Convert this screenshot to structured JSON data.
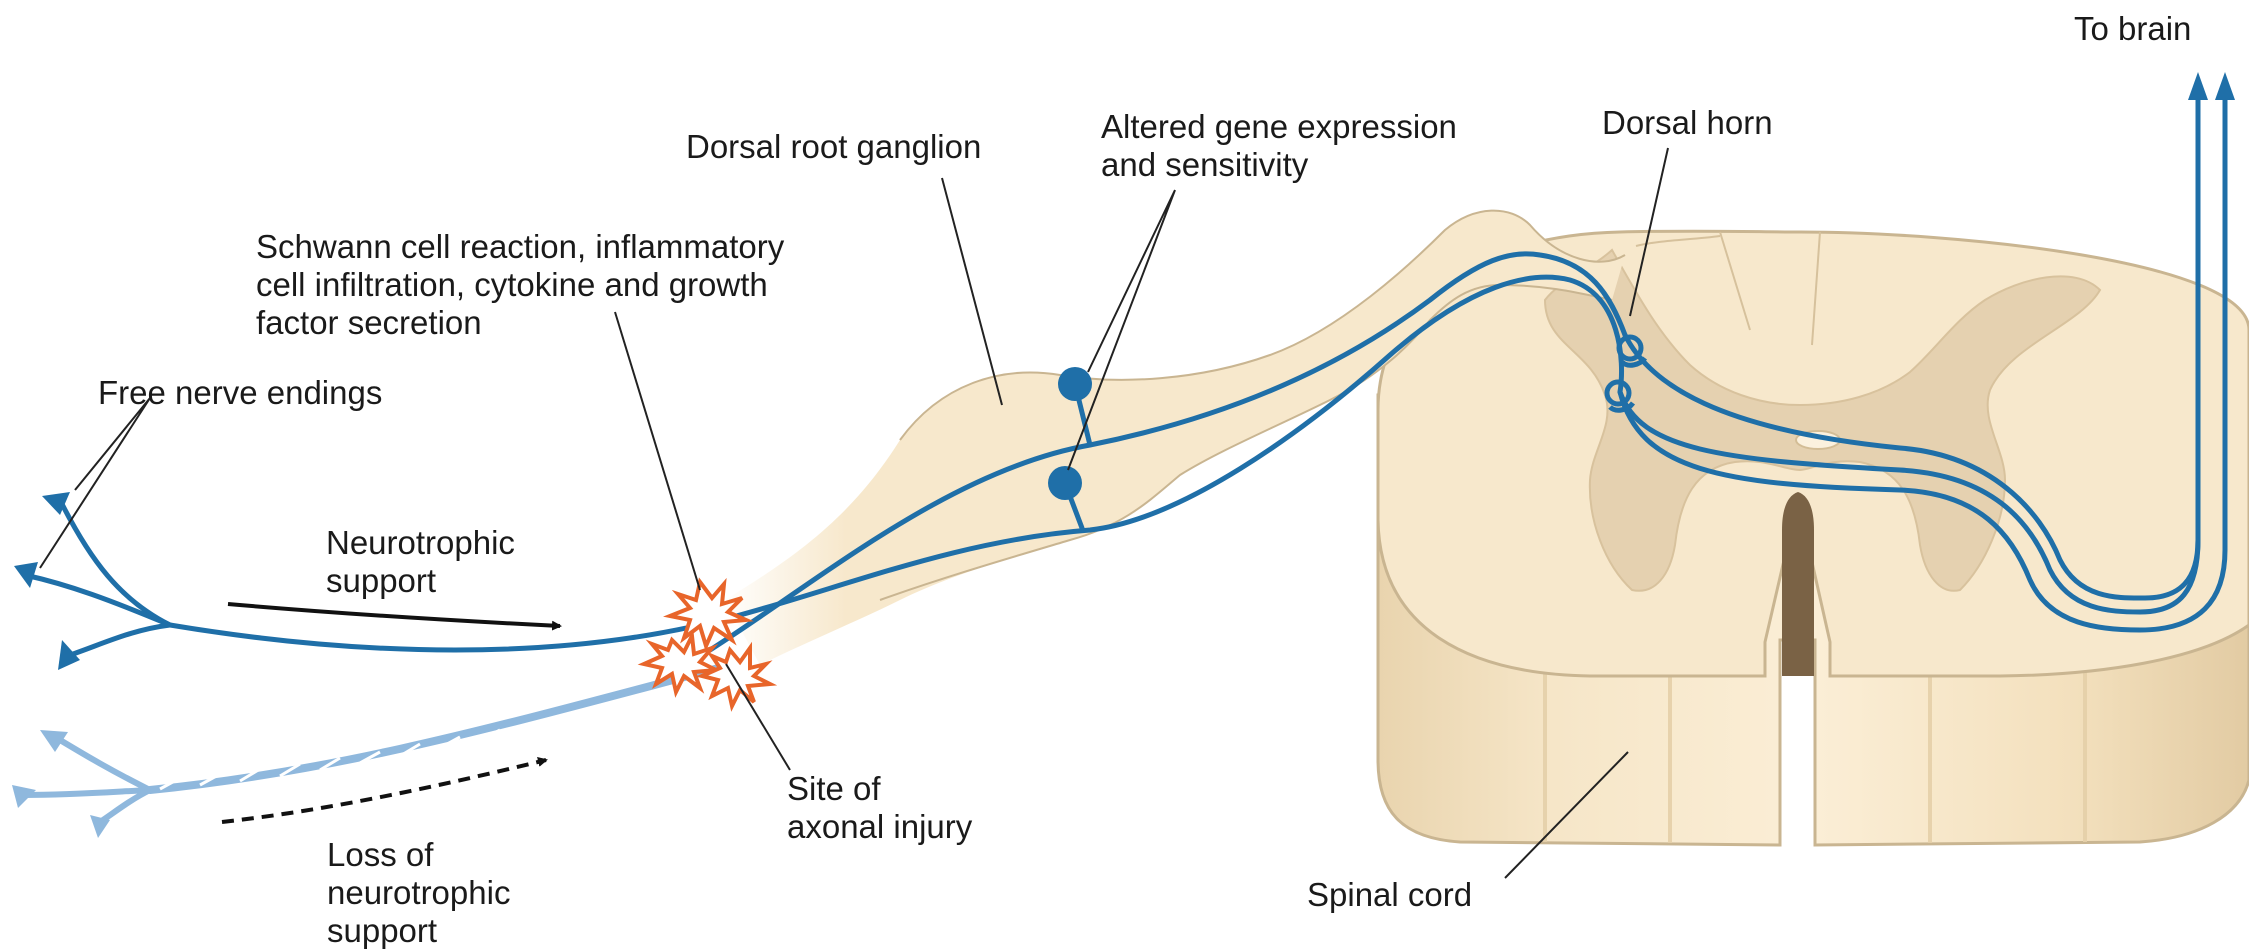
{
  "labels": {
    "to_brain": "To brain",
    "dorsal_root_ganglion": "Dorsal root ganglion",
    "altered_gene": [
      "Altered gene expression",
      "and sensitivity"
    ],
    "dorsal_horn": "Dorsal horn",
    "schwann": [
      "Schwann cell reaction, inflammatory",
      "cell infiltration, cytokine and growth",
      "factor secretion"
    ],
    "free_nerve_endings": "Free nerve endings",
    "neurotrophic_support": [
      "Neurotrophic",
      "support"
    ],
    "site_of_injury": [
      "Site of",
      "axonal injury"
    ],
    "loss_of_support": [
      "Loss of",
      "neurotrophic",
      "support"
    ],
    "spinal_cord": "Spinal cord"
  },
  "colors": {
    "nerve": "#1f6fa8",
    "nerve_degenerating": "#8fb8dd",
    "tissue": "#f7e8cc",
    "tissue_outline": "#c9b591",
    "grey_matter": "#e5d1b0",
    "injury": "#e8652a",
    "leader_line": "#222222",
    "text": "#1a1a1a"
  }
}
